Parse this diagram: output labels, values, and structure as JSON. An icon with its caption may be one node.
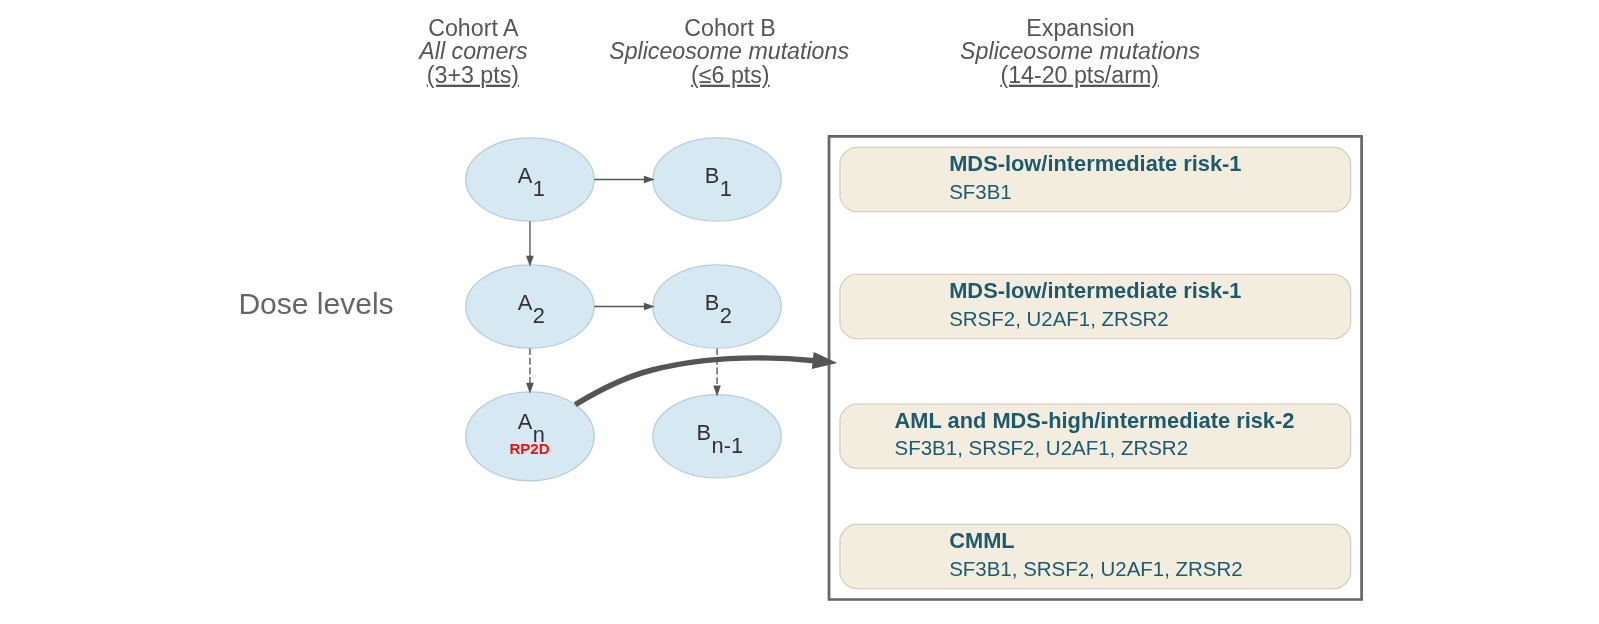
{
  "diagram": {
    "nodes": [
      {
        "text": [
          "A$_{1}$"
        ]
      },
      {
        "text": [
          "A$_{2}$"
        ]
      },
      {
        "text": [
          "A$_{n}$",
          "RP2D"
        ]
      },
      {
        "text": [
          "B$_{1}$"
        ]
      },
      {
        "text": [
          "B$_{2}$"
        ]
      },
      {
        "text": [
          "B$_{n-1}$"
        ]
      },
      {
        "text": [],
        "shape": "bracket"
      },
      {
        "text": [
          "MDS-low/intermediate risk-1",
          "SF3B1"
        ],
        "in": 6
      },
      {
        "text": [
          "MDS-low/intermediate risk-1",
          "SRSF2, U2AF1, ZRSR2"
        ],
        "in": 6
      },
      {
        "text": [
          "AML and MDS-high/intermediate risk-2",
          "SF3B1, SRSF2, U2AF1, ZRSR2"
        ],
        "in": 6
      },
      {
        "text": [
          "CMML",
          "SF3B1, SRSF2, U2AF1, ZRSR2"
        ],
        "in": 6
      }
    ],
    "edges": [
      {
        "from": 0,
        "to": 3,
        "arrow": "to"
      },
      {
        "from": 0,
        "to": 1,
        "arrow": "to"
      },
      {
        "from": 1,
        "to": 4,
        "arrow": "to"
      },
      {
        "from": 1,
        "to": 2,
        "arrow": "to",
        "style": "dashed"
      },
      {
        "from": 4,
        "to": 5,
        "arrow": "to",
        "style": "dashed"
      },
      {
        "from": 2,
        "to": 6,
        "arrow": "to",
        "style": "thick"
      }
    ],
    "labels": [
      "Cohort A",
      "All comers",
      "(3+3 pts)",
      "Cohort B",
      "Spliceosome mutations",
      "(≤6 pts)",
      "Expansion",
      "Spliceosome mutations",
      "(14-20 pts/arm)",
      "Dose levels"
    ]
  }
}
